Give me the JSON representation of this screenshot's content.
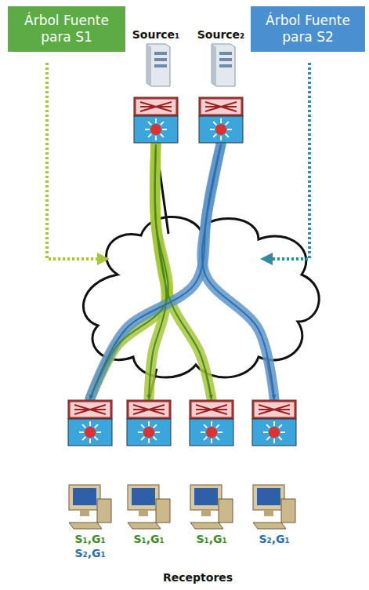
{
  "diagram": {
    "nodes": [
      {
        "text": [
          "Árbol Fuente para S1"
        ]
      },
      {
        "text": [
          "Árbol Fuente para S2"
        ]
      },
      {
        "text": [
          "Source₁"
        ]
      },
      {
        "text": [
          "Source₂"
        ]
      },
      {
        "text": [
          "S₁,G₁",
          "S₂,G₁"
        ]
      },
      {
        "text": [
          "S₁,G₁"
        ]
      },
      {
        "text": [
          "S₁,G₁"
        ]
      },
      {
        "text": [
          "S₂,G₁"
        ]
      }
    ],
    "edges": [
      {
        "from": 2,
        "to": 4,
        "arrow": "to"
      },
      {
        "from": 2,
        "to": 5,
        "arrow": "to"
      },
      {
        "from": 2,
        "to": 6,
        "arrow": "to"
      },
      {
        "from": 3,
        "to": 4,
        "arrow": "to"
      },
      {
        "from": 3,
        "to": 7,
        "arrow": "to"
      }
    ],
    "labels": [
      "Receptores"
    ]
  }
}
